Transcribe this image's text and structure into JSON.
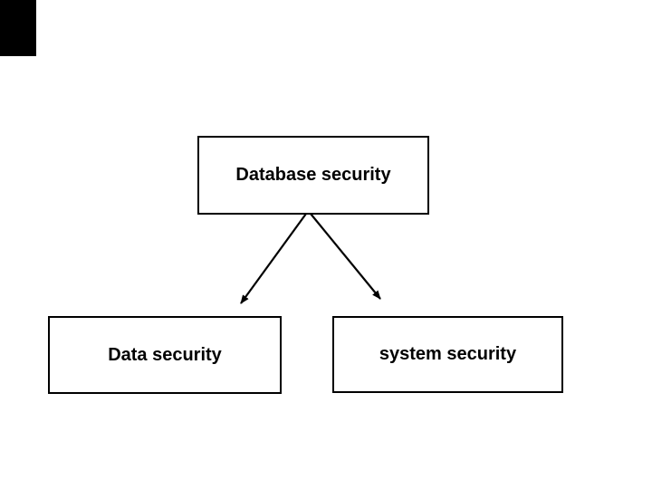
{
  "slide": {
    "background_color": "#ffffff",
    "corner_block_color": "#000000"
  },
  "diagram": {
    "type": "hierarchy",
    "nodes": [
      {
        "id": "database-security",
        "label": "Database security",
        "level": 1
      },
      {
        "id": "data-security",
        "label": "Data security",
        "level": 2
      },
      {
        "id": "system-security",
        "label": "system security",
        "level": 2
      }
    ],
    "edges": [
      {
        "from": "database-security",
        "to": "data-security",
        "style": "arrow"
      },
      {
        "from": "database-security",
        "to": "system-security",
        "style": "arrow"
      }
    ],
    "colors": {
      "node_border": "#000000",
      "node_fill": "#ffffff",
      "text": "#000000",
      "arrow": "#000000"
    }
  }
}
